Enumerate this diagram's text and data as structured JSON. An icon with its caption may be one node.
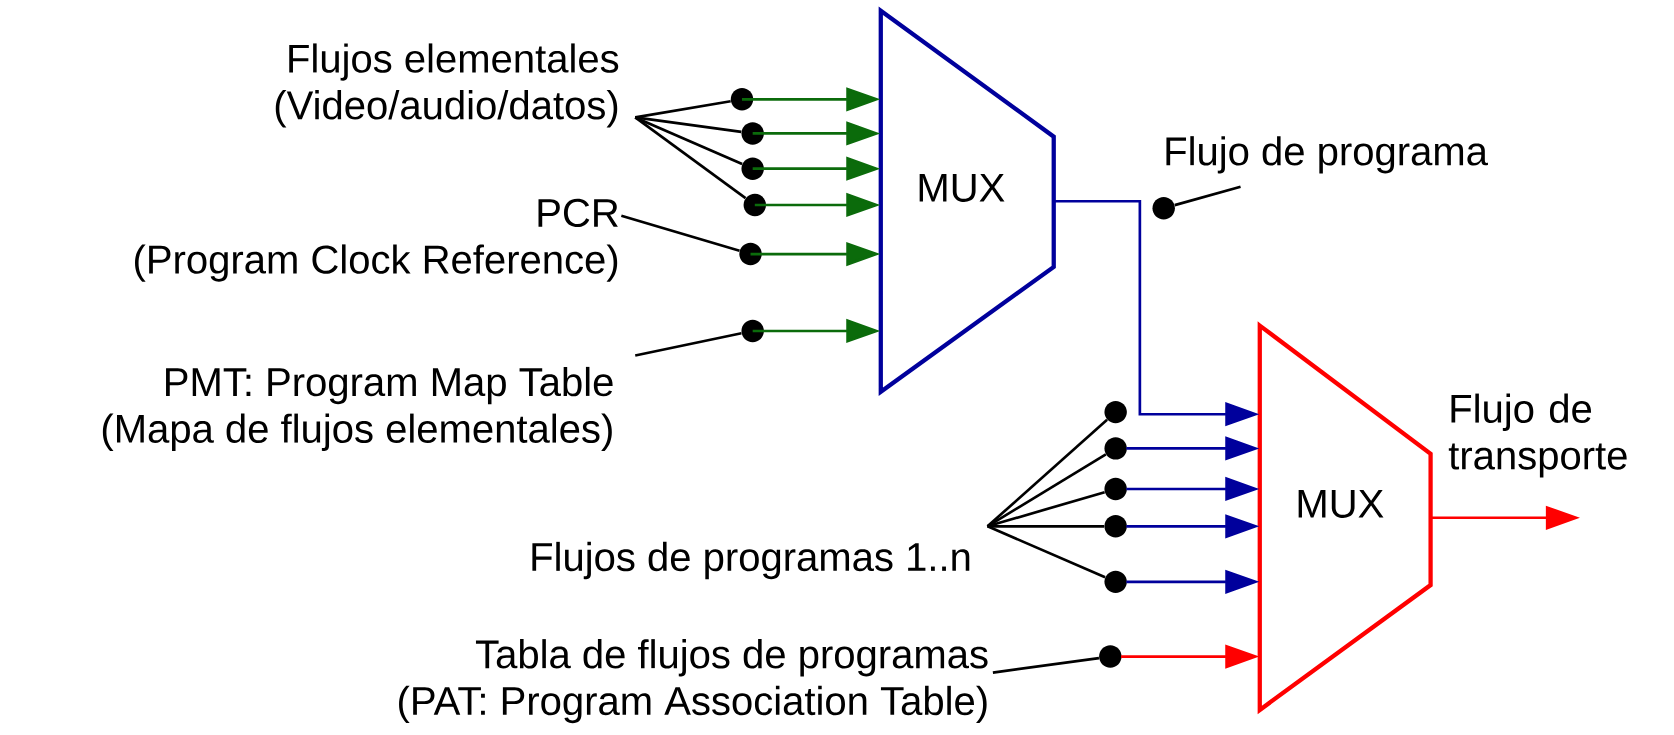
{
  "diagram": {
    "nodes": [
      {
        "text": [
          "Flujos elementales",
          "(Video/audio/datos)"
        ]
      },
      {
        "text": [
          "PCR",
          "(Program Clock Reference)"
        ]
      },
      {
        "text": [
          "PMT: Program Map Table",
          "(Mapa de flujos elementales)"
        ]
      },
      {
        "text": [
          "MUX"
        ]
      },
      {
        "text": [
          "Flujo de programa"
        ]
      },
      {
        "text": [
          "MUX"
        ]
      },
      {
        "text": [
          "Flujo de transporte"
        ]
      },
      {
        "text": [
          "Flujos de programas 1..n"
        ]
      },
      {
        "text": [
          "Tabla de flujos de programas",
          "(PAT: Program Association Table)"
        ]
      },
      {
        "text": [],
        "shape": "circle"
      },
      {
        "text": [],
        "shape": "circle"
      },
      {
        "text": [],
        "shape": "circle"
      },
      {
        "text": [],
        "shape": "circle"
      },
      {
        "text": [],
        "shape": "circle"
      },
      {
        "text": [],
        "shape": "circle"
      },
      {
        "text": [],
        "shape": "circle"
      },
      {
        "text": [],
        "shape": "circle"
      },
      {
        "text": [],
        "shape": "circle"
      },
      {
        "text": [],
        "shape": "circle"
      },
      {
        "text": [],
        "shape": "circle"
      },
      {
        "text": [],
        "shape": "circle"
      },
      {
        "text": [],
        "shape": "circle"
      }
    ],
    "edges": [
      {
        "from": 0,
        "to": 9,
        "arrow": "none"
      },
      {
        "from": 0,
        "to": 10,
        "arrow": "none"
      },
      {
        "from": 0,
        "to": 11,
        "arrow": "none"
      },
      {
        "from": 0,
        "to": 12,
        "arrow": "none"
      },
      {
        "from": 1,
        "to": 13,
        "arrow": "none"
      },
      {
        "from": 2,
        "to": 14,
        "arrow": "none"
      },
      {
        "from": 9,
        "to": 3,
        "arrow": "to",
        "color": "#0b6b0b"
      },
      {
        "from": 10,
        "to": 3,
        "arrow": "to",
        "color": "#0b6b0b"
      },
      {
        "from": 11,
        "to": 3,
        "arrow": "to",
        "color": "#0b6b0b"
      },
      {
        "from": 12,
        "to": 3,
        "arrow": "to",
        "color": "#0b6b0b"
      },
      {
        "from": 13,
        "to": 3,
        "arrow": "to",
        "color": "#0b6b0b"
      },
      {
        "from": 14,
        "to": 3,
        "arrow": "to",
        "color": "#0b6b0b"
      },
      {
        "from": 3,
        "to": 5,
        "arrow": "to",
        "color": "#00009c"
      },
      {
        "from": 4,
        "to": 15,
        "arrow": "none"
      },
      {
        "from": 7,
        "to": 16,
        "arrow": "none"
      },
      {
        "from": 7,
        "to": 17,
        "arrow": "none"
      },
      {
        "from": 7,
        "to": 18,
        "arrow": "none"
      },
      {
        "from": 7,
        "to": 19,
        "arrow": "none"
      },
      {
        "from": 7,
        "to": 20,
        "arrow": "none"
      },
      {
        "from": 17,
        "to": 5,
        "arrow": "to",
        "color": "#00009c"
      },
      {
        "from": 18,
        "to": 5,
        "arrow": "to",
        "color": "#00009c"
      },
      {
        "from": 19,
        "to": 5,
        "arrow": "to",
        "color": "#00009c"
      },
      {
        "from": 20,
        "to": 5,
        "arrow": "to",
        "color": "#00009c"
      },
      {
        "from": 21,
        "to": 5,
        "arrow": "to",
        "color": "#ff0000"
      },
      {
        "from": 8,
        "to": 21,
        "arrow": "none"
      },
      {
        "from": 5,
        "to": 6,
        "arrow": "to",
        "color": "#ff0000"
      }
    ]
  }
}
